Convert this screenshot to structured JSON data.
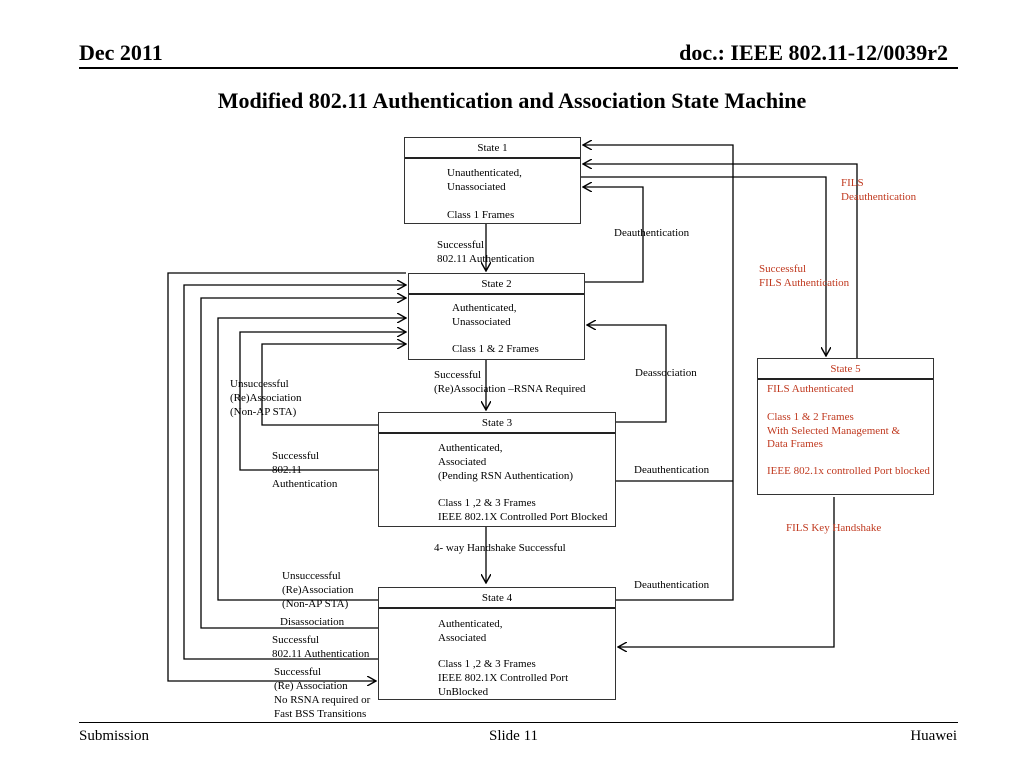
{
  "slide": {
    "date": "Dec 2011",
    "doc": "doc.: IEEE 802.11-12/0039r2",
    "title": "Modified 802.11 Authentication and Association State Machine",
    "footer_left": "Submission",
    "footer_center": "Slide 11",
    "footer_right": "Huawei"
  },
  "states": {
    "s1": {
      "title": "State 1",
      "lines": [
        "Unauthenticated,",
        "Unassociated",
        "",
        "Class 1 Frames"
      ]
    },
    "s2": {
      "title": "State 2",
      "lines": [
        "Authenticated,",
        "Unassociated",
        "",
        "Class 1 & 2 Frames"
      ]
    },
    "s3": {
      "title": "State 3",
      "lines": [
        "Authenticated,",
        "Associated",
        "(Pending RSN Authentication)",
        "",
        "Class 1 ,2  & 3 Frames",
        "IEEE 802.1X Controlled Port Blocked"
      ]
    },
    "s4": {
      "title": "State 4",
      "lines": [
        "Authenticated,",
        "Associated",
        "",
        "Class 1 ,2  & 3 Frames",
        "IEEE 802.1X Controlled Port",
        "UnBlocked"
      ]
    },
    "s5": {
      "title": "State 5",
      "lines": [
        "FILS  Authenticated",
        "",
        "Class 1 & 2 Frames",
        "With  Selected Management &",
        "Data Frames",
        "",
        "IEEE 802.1x controlled Port blocked"
      ]
    }
  },
  "labels": {
    "succ_auth_12": [
      "Successful",
      "802.11 Authentication"
    ],
    "deauth_top": "Deauthentication",
    "fils_deauth": [
      "FILS",
      "Deauthentication"
    ],
    "succ_fils_auth": [
      "Successful",
      "FILS  Authentication"
    ],
    "succ_reassoc_rsna": [
      "Successful",
      "(Re)Association –RSNA Required"
    ],
    "deassociation": "Deassociation",
    "unsucc_reassoc_left": [
      "Unsuccessful",
      "(Re)Association",
      "(Non-AP STA)"
    ],
    "succ_auth_s3": [
      "Successful",
      "802.11",
      "Authentication"
    ],
    "deauth_s3": "Deauthentication",
    "four_way": "4- way Handshake Successful",
    "fils_key": "FILS  Key Handshake",
    "unsucc_reassoc_s4": [
      "Unsuccessful",
      "(Re)Association",
      "(Non-AP STA)"
    ],
    "deauth_s4": "Deauthentication",
    "disassociation": "Disassociation",
    "succ_auth_s4": [
      "Successful",
      "802.11 Authentication"
    ],
    "succ_reassoc_s4": [
      "Successful",
      "(Re) Association",
      "No RSNA required or",
      "Fast BSS Transitions"
    ]
  },
  "colors": {
    "fils_red": "#c0391f",
    "line": "#000000"
  }
}
